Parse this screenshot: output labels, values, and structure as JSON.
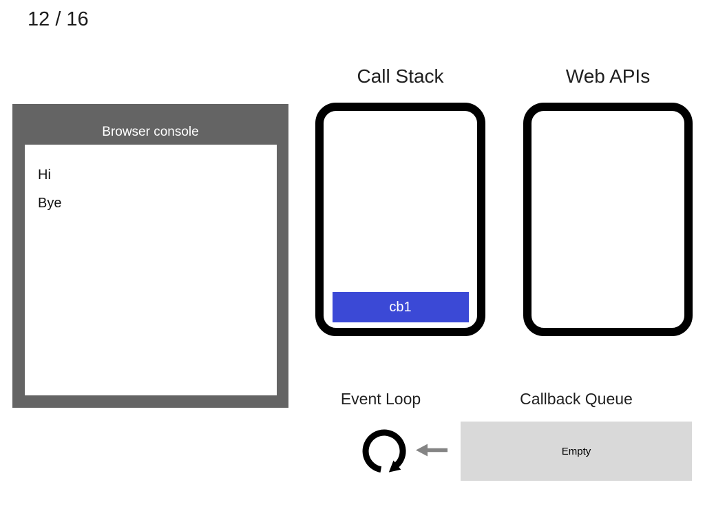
{
  "page": {
    "counter": "12 / 16"
  },
  "console": {
    "title": "Browser console",
    "logs": [
      "Hi",
      "Bye"
    ],
    "frame_color": "#646464"
  },
  "call_stack": {
    "title": "Call Stack",
    "frames": [
      {
        "label": "cb1",
        "color": "#3b49d6",
        "text_color": "#ffffff"
      }
    ]
  },
  "web_apis": {
    "title": "Web APIs"
  },
  "event_loop": {
    "title": "Event Loop",
    "icon": "clockwise-loop-arrow",
    "icon_color": "#000000"
  },
  "transfer_arrow": {
    "icon": "left-arrow",
    "color": "#848484"
  },
  "callback_queue": {
    "title": "Callback Queue",
    "content": "Empty",
    "box_color": "#d9d9d9"
  }
}
